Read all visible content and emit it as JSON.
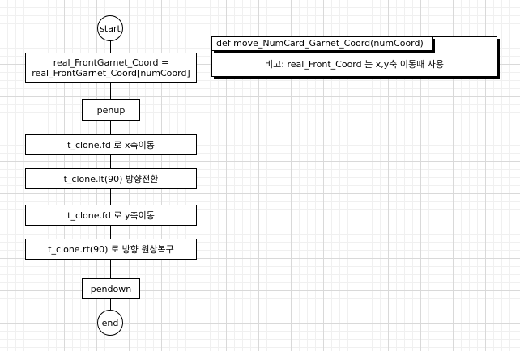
{
  "flowchart": {
    "start_label": "start",
    "end_label": "end",
    "steps": [
      {
        "id": "assign",
        "line1": "real_FrontGarnet_Coord =",
        "line2": "real_FrontGarnet_Coord[numCoord]"
      },
      {
        "id": "penup",
        "line1": "penup"
      },
      {
        "id": "fd-x",
        "line1": "t_clone.fd 로 x축이동"
      },
      {
        "id": "lt",
        "line1": "t_clone.lt(90) 방향전환"
      },
      {
        "id": "fd-y",
        "line1": "t_clone.fd 로 y축이동"
      },
      {
        "id": "rt",
        "line1": "t_clone.rt(90) 로 방향 원상복구"
      },
      {
        "id": "pendown",
        "line1": "pendown"
      }
    ]
  },
  "function_def": {
    "title": "def move_NumCard_Garnet_Coord(numCoord)",
    "comment": "비고: real_Front_Coord 는 x,y축 이동때 사용"
  }
}
